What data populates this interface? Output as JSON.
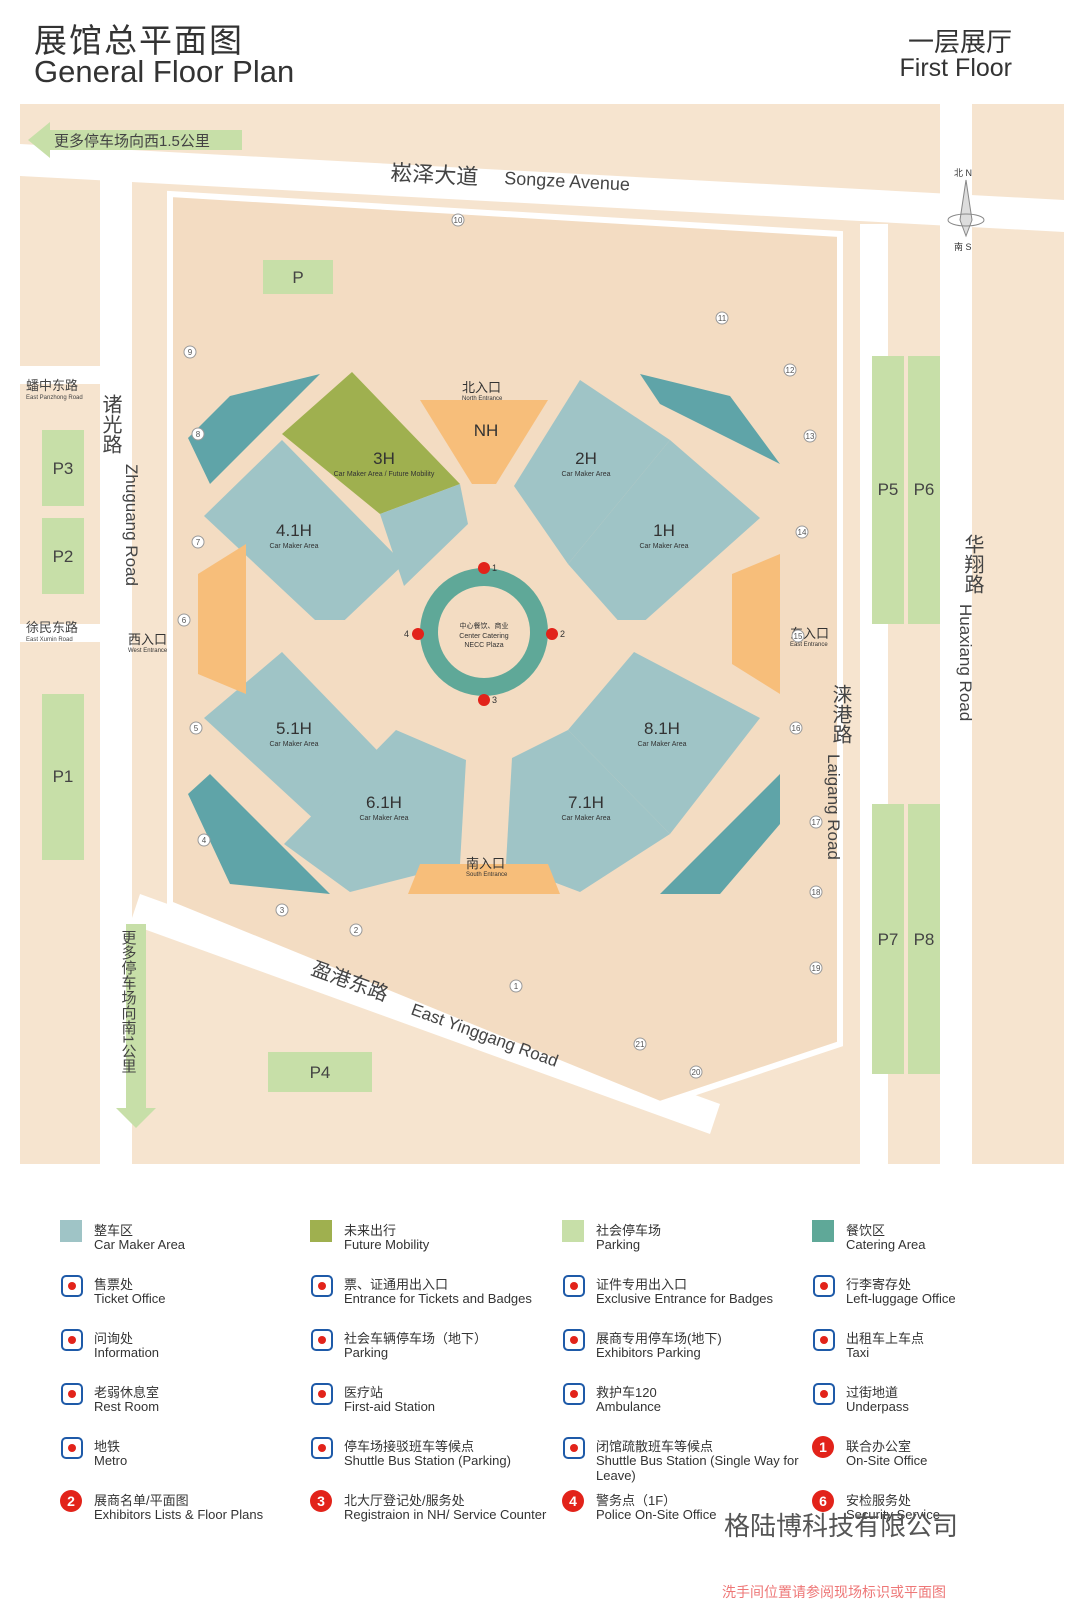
{
  "header": {
    "title_cn": "展馆总平面图",
    "title_en": "General Floor Plan",
    "floor_cn": "一层展厅",
    "floor_en": "First Floor"
  },
  "map": {
    "compass": {
      "north": "北 N",
      "south": "南 S"
    },
    "roads": {
      "songze_cn": "崧泽大道",
      "songze_en": "Songze Avenue",
      "zhuguang_cn": "诸光路",
      "zhuguang_en": "Zhuguang Road",
      "laigang_cn": "涞港路",
      "laigang_en": "Laigang Road",
      "huaxiang_cn": "华翔路",
      "huaxiang_en": "Huaxiang Road",
      "yinggang_cn": "盈港东路",
      "yinggang_en": "East Yinggang Road",
      "panzhong_cn": "蟠中东路",
      "panzhong_en": "East Panzhong Road",
      "xumin_cn": "徐民东路",
      "xumin_en": "East Xumin Road"
    },
    "more_parking_west": "更多停车场向西1.5公里",
    "more_parking_south": "更多停车场向南1公里",
    "parking_lots": [
      "P",
      "P1",
      "P2",
      "P3",
      "P4",
      "P5",
      "P6",
      "P7",
      "P8"
    ],
    "halls": [
      {
        "name": "3H",
        "sub": "Car Maker Area /\nFuture Mobility"
      },
      {
        "name": "2H",
        "sub": "Car Maker Area"
      },
      {
        "name": "4.1H",
        "sub": "Car Maker Area"
      },
      {
        "name": "1H",
        "sub": "Car Maker Area"
      },
      {
        "name": "5.1H",
        "sub": "Car Maker Area"
      },
      {
        "name": "8.1H",
        "sub": "Car Maker Area"
      },
      {
        "name": "6.1H",
        "sub": "Car Maker Area"
      },
      {
        "name": "7.1H",
        "sub": "Car Maker Area"
      },
      {
        "name": "NH",
        "sub": ""
      }
    ],
    "entrances": {
      "north_cn": "北入口",
      "north_en": "North Entrance",
      "south_cn": "南入口",
      "south_en": "South Entrance",
      "east_cn": "东入口",
      "east_en": "East Entrance",
      "west_cn": "西入口",
      "west_en": "West Entrance"
    },
    "center": {
      "cn": "中心餐饮、商业",
      "en1": "Center Catering",
      "en2": "NECC Plaza"
    },
    "gate_numbers": [
      "1",
      "2",
      "3",
      "4",
      "5",
      "6",
      "7",
      "8",
      "9",
      "10",
      "11",
      "12",
      "13",
      "14",
      "15",
      "16",
      "17",
      "18",
      "19",
      "20",
      "21"
    ],
    "info_numbers": [
      "1",
      "2",
      "3",
      "4"
    ]
  },
  "legend": [
    {
      "cn": "整车区",
      "en": "Car Maker Area",
      "icon": "swatch",
      "color": "#9fc4c6"
    },
    {
      "cn": "未来出行",
      "en": "Future Mobility",
      "icon": "swatch",
      "color": "#9fb04f"
    },
    {
      "cn": "社会停车场",
      "en": "Parking",
      "icon": "swatch",
      "color": "#c7dfa8"
    },
    {
      "cn": "餐饮区",
      "en": "Catering Area",
      "icon": "swatch",
      "color": "#5fa898"
    },
    {
      "cn": "售票处",
      "en": "Ticket Office",
      "icon": "ticket-icon"
    },
    {
      "cn": "票、证通用出入口",
      "en": "Entrance for Tickets and Badges",
      "icon": "entrance-icon"
    },
    {
      "cn": "证件专用出入口",
      "en": "Exclusive Entrance for Badges",
      "icon": "badge-entrance-icon"
    },
    {
      "cn": "行李寄存处",
      "en": "Left-luggage Office",
      "icon": "luggage-icon"
    },
    {
      "cn": "问询处",
      "en": "Information",
      "icon": "info-icon"
    },
    {
      "cn": "社会车辆停车场（地下）",
      "en": "Parking",
      "icon": "parking-icon"
    },
    {
      "cn": "展商专用停车场(地下)",
      "en": "Exhibitors Parking",
      "icon": "exhibitor-parking-icon"
    },
    {
      "cn": "出租车上车点",
      "en": "Taxi",
      "icon": "taxi-icon"
    },
    {
      "cn": "老弱休息室",
      "en": "Rest Room",
      "icon": "heart-icon"
    },
    {
      "cn": "医疗站",
      "en": "First-aid Station",
      "icon": "first-aid-icon"
    },
    {
      "cn": "救护车120",
      "en": "Ambulance",
      "icon": "ambulance-icon"
    },
    {
      "cn": "过街地道",
      "en": "Underpass",
      "icon": "underpass-icon"
    },
    {
      "cn": "地铁",
      "en": "Metro",
      "icon": "metro-icon"
    },
    {
      "cn": "停车场接驳班车等候点",
      "en": "Shuttle Bus Station (Parking)",
      "icon": "shuttle-parking-icon"
    },
    {
      "cn": "闭馆疏散班车等候点",
      "en": "Shuttle Bus Station (Single Way for Leave)",
      "icon": "shuttle-leave-icon"
    },
    {
      "cn": "联合办公室",
      "en": "On-Site Office",
      "icon": "badge-1",
      "badge": "1"
    },
    {
      "cn": "展商名单/平面图",
      "en": "Exhibitors Lists & Floor Plans",
      "icon": "badge-2",
      "badge": "2"
    },
    {
      "cn": "北大厅登记处/服务处",
      "en": "Registraion in NH/ Service Counter",
      "icon": "badge-3",
      "badge": "3"
    },
    {
      "cn": "警务点（1F）",
      "en": "Police On-Site Office",
      "icon": "badge-4",
      "badge": "4"
    },
    {
      "cn": "安检服务处",
      "en": "Security Service",
      "icon": "badge-6",
      "badge": "6"
    }
  ],
  "watermark": {
    "text": "格陆博科技有限公司",
    "note": "洗手间位置请参阅现场标识或平面图"
  }
}
